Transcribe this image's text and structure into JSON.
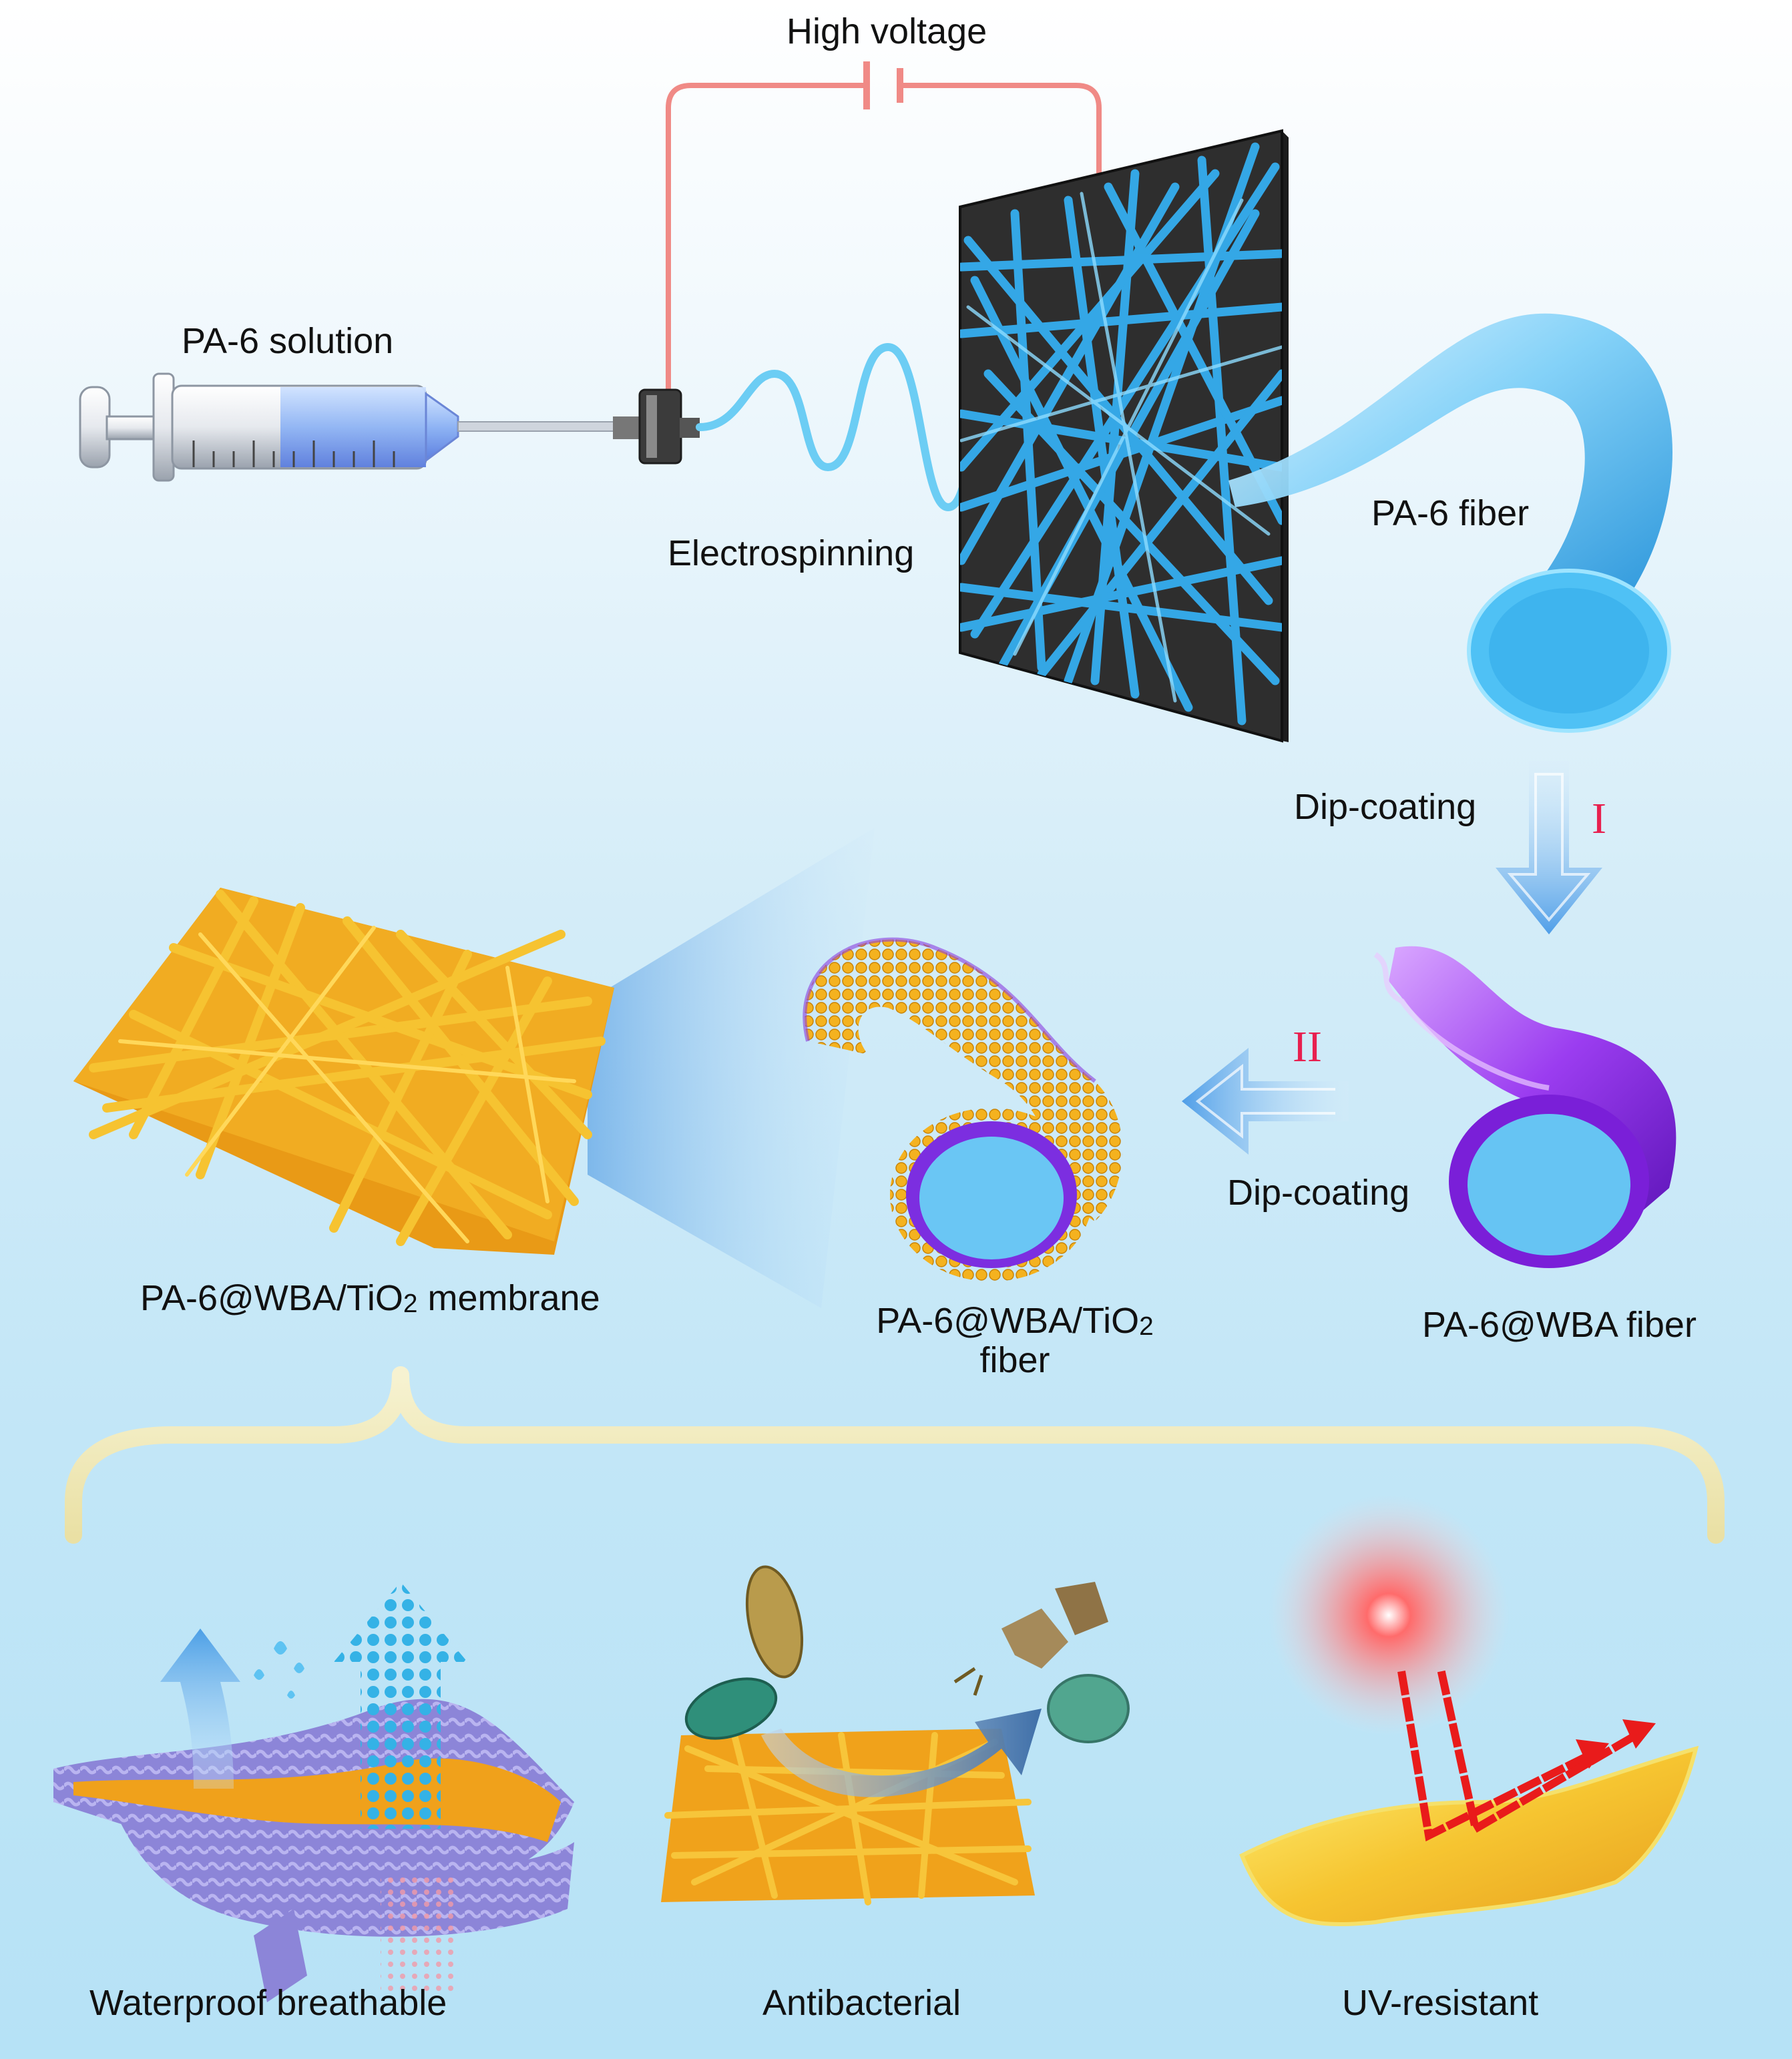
{
  "labels": {
    "high_voltage": "High voltage",
    "pa6_solution": "PA-6 solution",
    "electrospinning": "Electrospinning",
    "pa6_fiber": "PA-6 fiber",
    "dip_coating_1": "Dip-coating",
    "step_1": "I",
    "step_2": "II",
    "dip_coating_2": "Dip-coating",
    "membrane_prefix": "PA-6@WBA/TiO",
    "membrane_sub": "2",
    "membrane_suffix": " membrane",
    "tio2_fiber_prefix": "PA-6@WBA/TiO",
    "tio2_fiber_sub": "2",
    "tio2_fiber_line2": "fiber",
    "wba_fiber": "PA-6@WBA fiber",
    "prop_waterproof": "Waterproof breathable",
    "prop_antibacterial": "Antibacterial",
    "prop_uv": "UV-resistant"
  },
  "colors": {
    "wire": "#f08a86",
    "pa6_fiber": "#3fb4ec",
    "wba_coating": "#8a2be2",
    "tio2_particles": "#f2a81c",
    "arrow": "#5aa6ea",
    "brace": "#f4ebb2",
    "uv_light": "#ff3b3b"
  }
}
